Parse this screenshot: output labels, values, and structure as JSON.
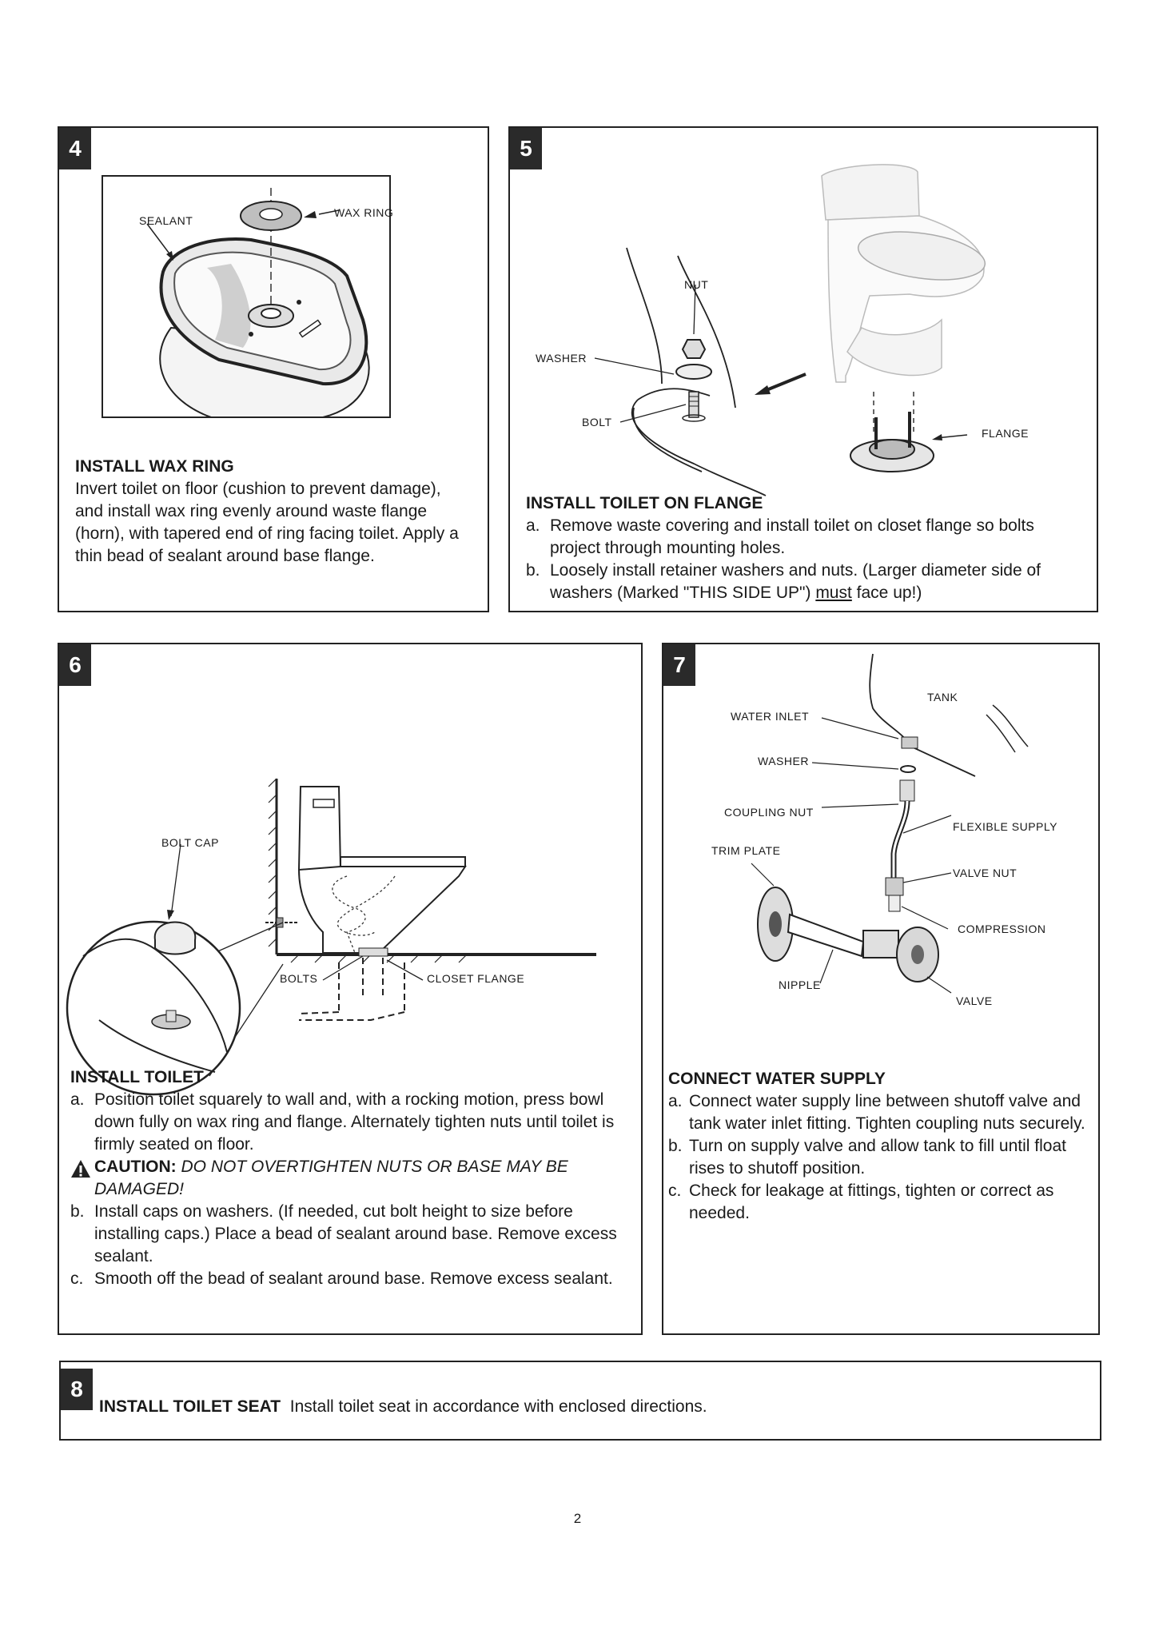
{
  "panel4": {
    "number": "4",
    "labels": {
      "sealant": "SEALANT",
      "wax_ring": "WAX RING"
    },
    "heading": "INSTALL WAX RING",
    "body": "Invert toilet on floor (cushion to prevent damage), and install wax ring evenly around waste flange (horn), with tapered end of ring facing toilet. Apply a thin bead of sealant around base flange."
  },
  "panel5": {
    "number": "5",
    "labels": {
      "nut": "NUT",
      "washer": "WASHER",
      "bolt": "BOLT",
      "flange": "FLANGE"
    },
    "heading": "INSTALL TOILET ON FLANGE",
    "steps": [
      {
        "label": "a.",
        "text": "Remove waste covering and install toilet on closet flange so bolts project through mounting holes."
      },
      {
        "label": "b.",
        "text_before": "Loosely install retainer washers and nuts.  (Larger diameter side of washers (Marked \"THIS SIDE UP\") ",
        "text_underlined": "must",
        "text_after": " face up!)"
      }
    ]
  },
  "panel6": {
    "number": "6",
    "labels": {
      "bolt_cap": "BOLT CAP",
      "bolts": "BOLTS",
      "closet_flange": "CLOSET FLANGE"
    },
    "heading": "INSTALL TOILET",
    "steps": [
      {
        "label": "a.",
        "text": "Position toilet squarely to wall and, with a rocking motion, press bowl down fully on wax ring and flange.  Alternately tighten nuts until toilet is firmly seated on floor."
      },
      {
        "label": "b.",
        "text": "Install caps on washers.  (If needed, cut bolt height to size before installing caps.)  Place a bead of sealant around base.  Remove excess sealant."
      },
      {
        "label": "c.",
        "text": "Smooth off the bead of sealant around base. Remove excess sealant."
      }
    ],
    "caution": {
      "label": "CAUTION:",
      "text": "DO NOT OVERTIGHTEN NUTS OR BASE MAY BE DAMAGED!"
    }
  },
  "panel7": {
    "number": "7",
    "labels": {
      "tank": "TANK",
      "water_inlet": "WATER INLET",
      "washer": "WASHER",
      "coupling_nut": "COUPLING NUT",
      "flexible_supply": "FLEXIBLE SUPPLY",
      "trim_plate": "TRIM PLATE",
      "valve_nut": "VALVE NUT",
      "compression": "COMPRESSION",
      "nipple": "NIPPLE",
      "valve": "VALVE"
    },
    "heading": "CONNECT WATER SUPPLY",
    "steps": [
      {
        "label": "a.",
        "text": "Connect water supply line between shutoff valve and tank water inlet fitting.  Tighten coupling nuts securely."
      },
      {
        "label": "b.",
        "text": "Turn on supply valve and allow tank to fill until float rises to shutoff position."
      },
      {
        "label": "c.",
        "text": "Check for leakage at fittings, tighten or correct as needed."
      }
    ]
  },
  "panel8": {
    "number": "8",
    "heading": "INSTALL TOILET SEAT",
    "body": "Install toilet seat in accordance with enclosed directions."
  },
  "page_number": "2"
}
